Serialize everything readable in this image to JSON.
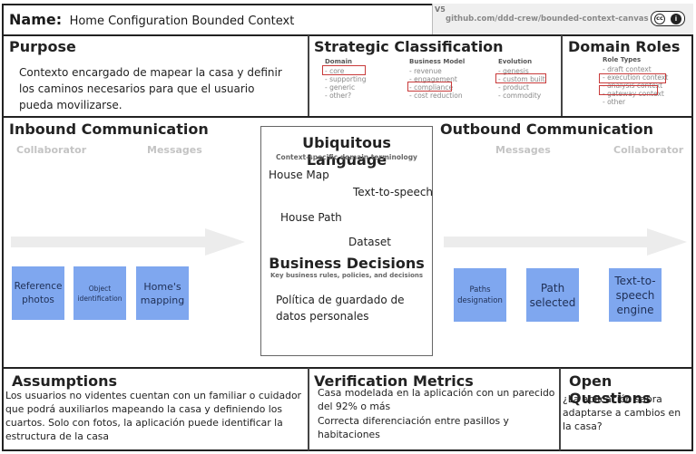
{
  "header": {
    "name_label": "Name:",
    "name_value": "Home Configuration Bounded Context",
    "version": "V5",
    "url": "github.com/ddd-crew/bounded-context-canvas",
    "license_icon": "cc-by-icon"
  },
  "purpose": {
    "title": "Purpose",
    "text": "Contexto encargado de mapear la casa y definir los caminos necesarios para que el usuario pueda movilizarse."
  },
  "strategic": {
    "title": "Strategic Classification",
    "domain": {
      "heading": "Domain",
      "items": [
        "- core",
        "- supporting",
        "- generic",
        "- other?"
      ]
    },
    "business_model": {
      "heading": "Business Model",
      "items": [
        "- revenue",
        "- engagement",
        "- compliance",
        "- cost reduction"
      ]
    },
    "evolution": {
      "heading": "Evolution",
      "items": [
        "- genesis",
        "- custom built",
        "- product",
        "- commodity"
      ]
    }
  },
  "domain_roles": {
    "title": "Domain Roles",
    "heading": "Role Types",
    "items": [
      "- draft context",
      "- execution context",
      "- analysis context",
      "- gateway context",
      "- other"
    ]
  },
  "inbound": {
    "title": "Inbound Communication",
    "collaborator_label": "Collaborator",
    "messages_label": "Messages",
    "stickies": [
      "Reference photos",
      "Object identification",
      "Home's mapping"
    ]
  },
  "ubiquitous": {
    "title": "Ubiquitous Language",
    "subtitle": "Context-specific domain terminology",
    "terms": [
      "House Map",
      "Text-to-speech",
      "House Path",
      "Dataset"
    ]
  },
  "business_decisions": {
    "title": "Business Decisions",
    "subtitle": "Key business rules, policies, and decisions",
    "text": "Política de guardado de datos personales"
  },
  "outbound": {
    "title": "Outbound Communication",
    "messages_label": "Messages",
    "collaborator_label": "Collaborator",
    "stickies": [
      "Paths designation",
      "Path selected",
      "Text-to-speech engine"
    ]
  },
  "assumptions": {
    "title": "Assumptions",
    "text": "Los usuarios no videntes cuentan con un familiar o cuidador que podrá auxiliarlos mapeando la casa y definiendo los cuartos. Solo con fotos, la aplicación puede identificar la estructura de la casa"
  },
  "verification": {
    "title": "Verification Metrics",
    "text1": "Casa modelada en la aplicación con un parecido del 92% o más",
    "text2": "Correcta diferenciación entre pasillos y habitaciones"
  },
  "open_questions": {
    "title": "Open Questions",
    "text": "¿La aplicación sabra adaptarse a cambios en la casa?"
  }
}
